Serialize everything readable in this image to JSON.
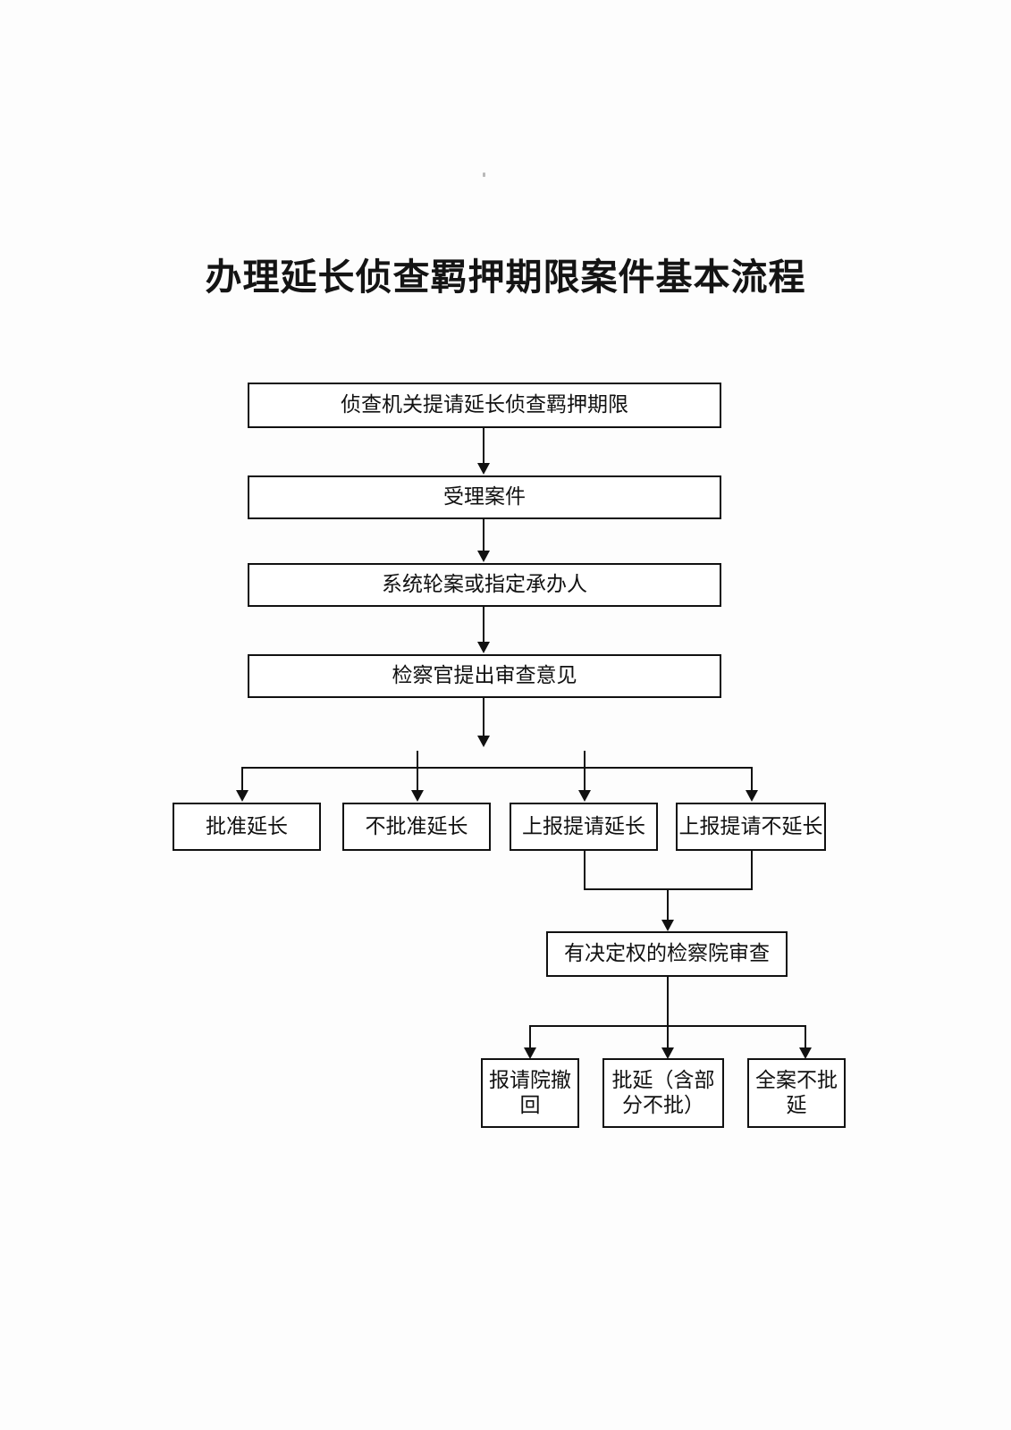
{
  "document": {
    "title": "办理延长侦查羁押期限案件基本流程"
  },
  "chart_data": {
    "type": "diagram",
    "diagram_kind": "flowchart",
    "title": "办理延长侦查羁押期限案件基本流程",
    "orientation": "top-to-bottom",
    "nodes": [
      {
        "id": "n1",
        "label": "侦查机关提请延长侦查羁押期限",
        "level": 1
      },
      {
        "id": "n2",
        "label": "受理案件",
        "level": 2
      },
      {
        "id": "n3",
        "label": "系统轮案或指定承办人",
        "level": 3
      },
      {
        "id": "n4",
        "label": "检察官提出审查意见",
        "level": 4
      },
      {
        "id": "n5",
        "label": "批准延长",
        "level": 5
      },
      {
        "id": "n6",
        "label": "不批准延长",
        "level": 5
      },
      {
        "id": "n7",
        "label": "上报提请延长",
        "level": 5
      },
      {
        "id": "n8",
        "label": "上报提请不延长",
        "level": 5
      },
      {
        "id": "n9",
        "label": "有决定权的检察院审查",
        "level": 6
      },
      {
        "id": "n10",
        "label": "报请院撤回",
        "level": 7
      },
      {
        "id": "n11",
        "label": "批延（含部分不批）",
        "level": 7
      },
      {
        "id": "n12",
        "label": "全案不批延",
        "level": 7
      }
    ],
    "edges": [
      {
        "from": "n1",
        "to": "n2"
      },
      {
        "from": "n2",
        "to": "n3"
      },
      {
        "from": "n3",
        "to": "n4"
      },
      {
        "from": "n4",
        "to": "n5"
      },
      {
        "from": "n4",
        "to": "n6"
      },
      {
        "from": "n4",
        "to": "n7"
      },
      {
        "from": "n4",
        "to": "n8"
      },
      {
        "from": "n7",
        "to": "n9"
      },
      {
        "from": "n8",
        "to": "n9"
      },
      {
        "from": "n9",
        "to": "n10"
      },
      {
        "from": "n9",
        "to": "n11"
      },
      {
        "from": "n9",
        "to": "n12"
      }
    ],
    "colors": {
      "background": "#ffffff",
      "stroke": "#111111",
      "text": "#111111",
      "node_fill": "#ffffff"
    }
  }
}
